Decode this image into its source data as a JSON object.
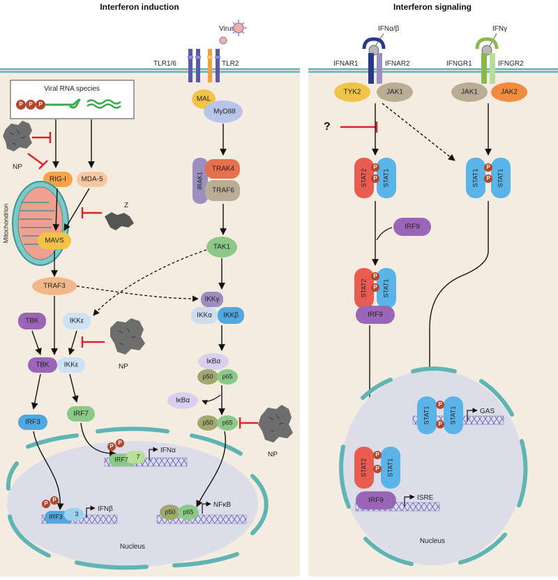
{
  "titles": {
    "left": "Interferon induction",
    "right": "Interferon signaling"
  },
  "left": {
    "virus": "Virus",
    "tlr16": "TLR1/6",
    "tlr2": "TLR2",
    "mal": "MAL",
    "myd88": "MyD88",
    "viral_rna_species": "Viral RNA species",
    "ppp": "P",
    "np": "NP",
    "z": "Z",
    "rig1": "RIG-I",
    "mda5": "MDA-5",
    "mitochondrion": "Mitochondrion",
    "mavs": "MAVS",
    "irak1": "IRAK1",
    "trak4": "TRAK4",
    "traf6": "TRAF6",
    "tak1": "TAK1",
    "traf3": "TRAF3",
    "ikk_gamma": "IKKγ",
    "ikk_alpha": "IKKα",
    "ikk_beta": "IKKβ",
    "tbk": "TBK",
    "ikk_epsilon": "IKKε",
    "ikb_alpha": "IκBα",
    "p50": "p50",
    "p65": "p65",
    "irf3": "IRF3",
    "irf7": "IRF7",
    "irf7_short": "IRF7",
    "irf3_short": "IRF3",
    "seven": "7",
    "three": "3",
    "ifn_alpha": "IFNα",
    "ifn_beta": "IFNβ",
    "nfkb": "NFκB",
    "nucleus": "Nucleus"
  },
  "right": {
    "ifn_ab": "IFNα/β",
    "ifn_g": "IFNγ",
    "ifnar1": "IFNAR1",
    "ifnar2": "IFNAR2",
    "ifngr1": "IFNGR1",
    "ifngr2": "IFNGR2",
    "tyk2": "TYK2",
    "jak1": "JAK1",
    "jak2": "JAK2",
    "question": "?",
    "stat1": "STAT1",
    "stat2": "STAT2",
    "p": "P",
    "irf9": "IRF9",
    "gas": "GAS",
    "isre": "ISRE",
    "nucleus": "Nucleus"
  },
  "colors": {
    "panel": "#f4ece0",
    "membrane": "#5fb4b4",
    "inhibit": "#d7262e",
    "stat1": "#5ab4e8",
    "stat2": "#e85c52",
    "irf9": "#9b66b8",
    "phospho": "#b5452b"
  }
}
